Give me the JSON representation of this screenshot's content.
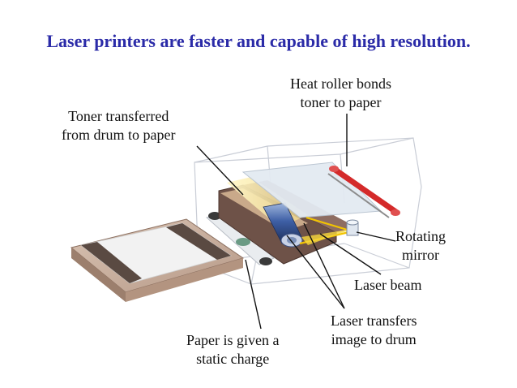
{
  "title": "Laser printers are faster and capable of high resolution.",
  "labels": {
    "heat_roller": [
      "Heat roller bonds",
      "toner to paper"
    ],
    "toner_transferred": [
      "Toner transferred",
      "from drum to paper"
    ],
    "rotating_mirror": [
      "Rotating",
      "mirror"
    ],
    "laser_beam": [
      "Laser beam"
    ],
    "laser_transfers": [
      "Laser transfers",
      "image to drum"
    ],
    "paper_charge": [
      "Paper is given a",
      "static charge"
    ]
  },
  "colors": {
    "title": "#2b2ba8",
    "heat_roller": "#d42a2a",
    "laser_beam": "#f2c400",
    "drum": "#4a6fb0"
  }
}
